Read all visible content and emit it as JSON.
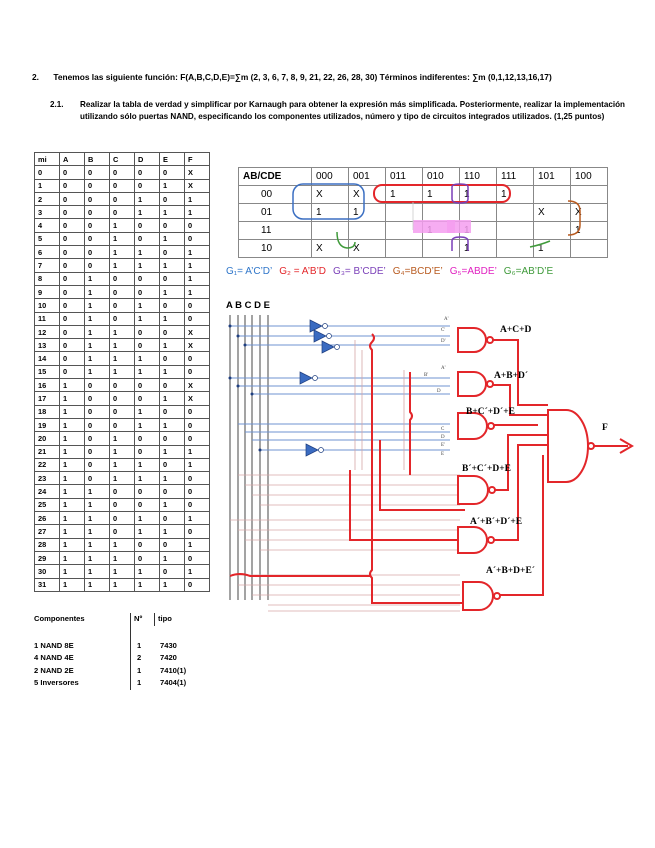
{
  "question": {
    "number": "2.",
    "text": "Tenemos las siguiente función: F(A,B,C,D,E)=∑m (2, 3, 6, 7, 8, 9, 21, 22, 26, 28, 30) Términos indiferentes: ∑m (0,1,12,13,16,17)"
  },
  "subquestion": {
    "number": "2.1.",
    "text": "Realizar la tabla de verdad y simplificar por Karnaugh para obtener la expresión más simplificada. Posteriormente, realizar la implementación utilizando sólo puertas NAND, especificando los componentes utilizados, número y tipo de circuitos integrados utilizados. (1,25 puntos)"
  },
  "truth_table": {
    "headers": [
      "mi",
      "A",
      "B",
      "C",
      "D",
      "E",
      "F"
    ],
    "rows": [
      [
        "0",
        "0",
        "0",
        "0",
        "0",
        "0",
        "X"
      ],
      [
        "1",
        "0",
        "0",
        "0",
        "0",
        "1",
        "X"
      ],
      [
        "2",
        "0",
        "0",
        "0",
        "1",
        "0",
        "1"
      ],
      [
        "3",
        "0",
        "0",
        "0",
        "1",
        "1",
        "1"
      ],
      [
        "4",
        "0",
        "0",
        "1",
        "0",
        "0",
        "0"
      ],
      [
        "5",
        "0",
        "0",
        "1",
        "0",
        "1",
        "0"
      ],
      [
        "6",
        "0",
        "0",
        "1",
        "1",
        "0",
        "1"
      ],
      [
        "7",
        "0",
        "0",
        "1",
        "1",
        "1",
        "1"
      ],
      [
        "8",
        "0",
        "1",
        "0",
        "0",
        "0",
        "1"
      ],
      [
        "9",
        "0",
        "1",
        "0",
        "0",
        "1",
        "1"
      ],
      [
        "10",
        "0",
        "1",
        "0",
        "1",
        "0",
        "0"
      ],
      [
        "11",
        "0",
        "1",
        "0",
        "1",
        "1",
        "0"
      ],
      [
        "12",
        "0",
        "1",
        "1",
        "0",
        "0",
        "X"
      ],
      [
        "13",
        "0",
        "1",
        "1",
        "0",
        "1",
        "X"
      ],
      [
        "14",
        "0",
        "1",
        "1",
        "1",
        "0",
        "0"
      ],
      [
        "15",
        "0",
        "1",
        "1",
        "1",
        "1",
        "0"
      ],
      [
        "16",
        "1",
        "0",
        "0",
        "0",
        "0",
        "X"
      ],
      [
        "17",
        "1",
        "0",
        "0",
        "0",
        "1",
        "X"
      ],
      [
        "18",
        "1",
        "0",
        "0",
        "1",
        "0",
        "0"
      ],
      [
        "19",
        "1",
        "0",
        "0",
        "1",
        "1",
        "0"
      ],
      [
        "20",
        "1",
        "0",
        "1",
        "0",
        "0",
        "0"
      ],
      [
        "21",
        "1",
        "0",
        "1",
        "0",
        "1",
        "1"
      ],
      [
        "22",
        "1",
        "0",
        "1",
        "1",
        "0",
        "1"
      ],
      [
        "23",
        "1",
        "0",
        "1",
        "1",
        "1",
        "0"
      ],
      [
        "24",
        "1",
        "1",
        "0",
        "0",
        "0",
        "0"
      ],
      [
        "25",
        "1",
        "1",
        "0",
        "0",
        "1",
        "0"
      ],
      [
        "26",
        "1",
        "1",
        "0",
        "1",
        "0",
        "1"
      ],
      [
        "27",
        "1",
        "1",
        "0",
        "1",
        "1",
        "0"
      ],
      [
        "28",
        "1",
        "1",
        "1",
        "0",
        "0",
        "1"
      ],
      [
        "29",
        "1",
        "1",
        "1",
        "0",
        "1",
        "0"
      ],
      [
        "30",
        "1",
        "1",
        "1",
        "1",
        "0",
        "1"
      ],
      [
        "31",
        "1",
        "1",
        "1",
        "1",
        "1",
        "0"
      ]
    ]
  },
  "kmap": {
    "corner": "AB/CDE",
    "cols": [
      "000",
      "001",
      "011",
      "010",
      "110",
      "111",
      "101",
      "100"
    ],
    "rows": [
      {
        "label": "00",
        "cells": [
          "X",
          "X",
          "1",
          "1",
          "1",
          "1",
          "",
          ""
        ]
      },
      {
        "label": "01",
        "cells": [
          "1",
          "1",
          "",
          "",
          "",
          "",
          "X",
          "X"
        ]
      },
      {
        "label": "11",
        "cells": [
          "",
          "",
          "",
          "1",
          "1",
          "",
          "",
          "1"
        ]
      },
      {
        "label": "10",
        "cells": [
          "X",
          "X",
          "",
          "",
          "1",
          "",
          "1",
          ""
        ]
      }
    ]
  },
  "groups": [
    {
      "text": "G₁= A’C’D’",
      "color": "#2e75c9"
    },
    {
      "text": "G₂ = A’B’D",
      "color": "#e3262a"
    },
    {
      "text": "G₃= B’CDE’",
      "color": "#7a3fb8"
    },
    {
      "text": "G₄=BCD’E’",
      "color": "#b85a1f"
    },
    {
      "text": "G₅=ABDE’",
      "color": "#e020c0"
    },
    {
      "text": "G₆=AB’D’E",
      "color": "#3f9a3a"
    }
  ],
  "circuit": {
    "inputs_label": "A B C D E",
    "gate_labels": [
      "A+C+D",
      "A+B+D´",
      "B+C´+D´+E",
      "B´+C´+D+E",
      "A´+B´+D´+E",
      "A´+B+D+E´"
    ],
    "small_labels": [
      "A'",
      "C'",
      "D'",
      "A'",
      "B'",
      "D",
      "C",
      "D",
      "E'",
      "E"
    ],
    "output": "F"
  },
  "components": {
    "headers": [
      "Componentes",
      "Nº",
      "tipo"
    ],
    "rows": [
      [
        "1 NAND 8E",
        "1",
        "7430"
      ],
      [
        "4 NAND 4E",
        "2",
        "7420"
      ],
      [
        "2 NAND 2E",
        "1",
        "7410(1)"
      ],
      [
        "5 Inversores",
        "1",
        "7404(1)"
      ]
    ]
  }
}
